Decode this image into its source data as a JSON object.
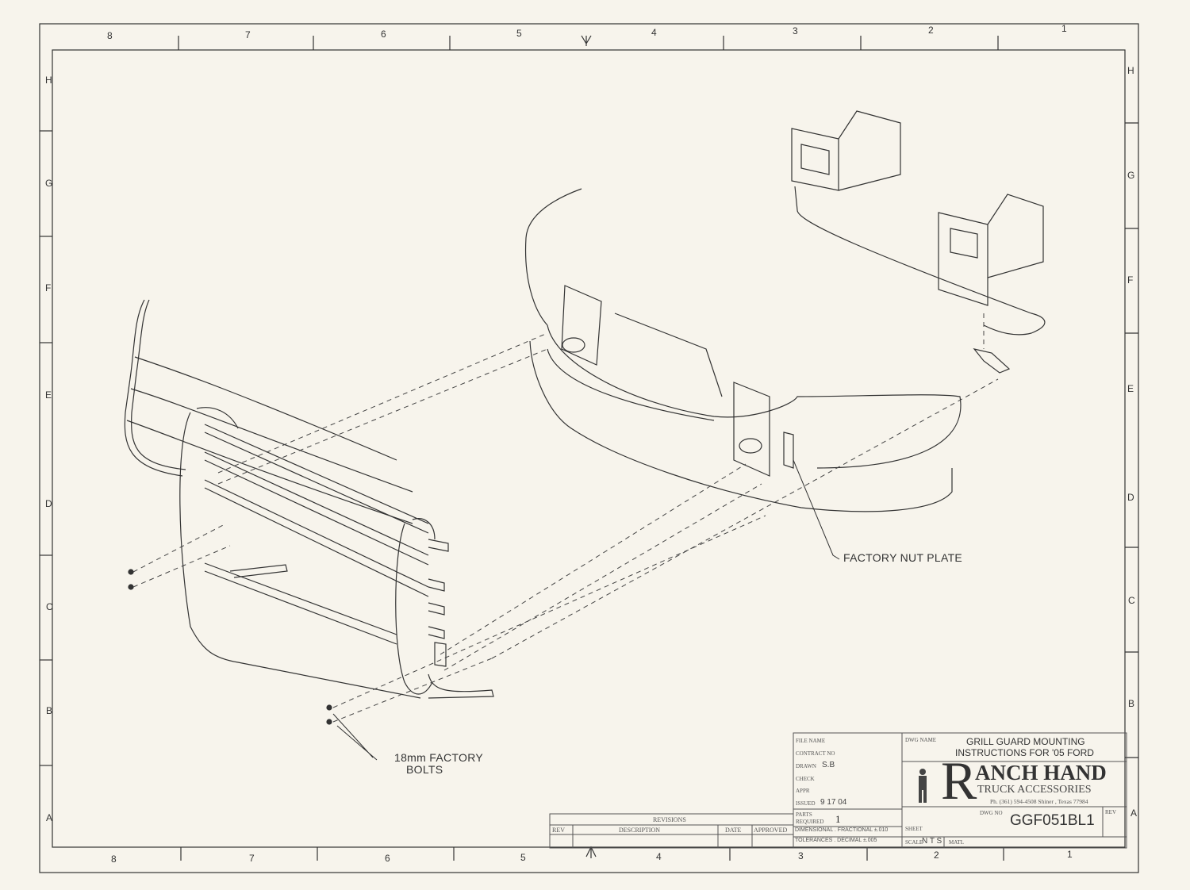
{
  "zones": {
    "columns_top": [
      "8",
      "7",
      "6",
      "5",
      "4",
      "3",
      "2",
      "1"
    ],
    "columns_bottom": [
      "8",
      "7",
      "6",
      "5",
      "4",
      "3",
      "2",
      "1"
    ],
    "rows_left": [
      "H",
      "G",
      "F",
      "E",
      "D",
      "C",
      "B",
      "A"
    ],
    "rows_right": [
      "H",
      "G",
      "F",
      "E",
      "D",
      "C",
      "B",
      "A"
    ]
  },
  "callouts": {
    "nut_plate": "FACTORY NUT PLATE",
    "bolts_line1": "18mm FACTORY",
    "bolts_line2": "BOLTS"
  },
  "title_block": {
    "file_name_label": "FILE NAME",
    "contract_label": "CONTRACT NO",
    "drawn_label": "DRAWN",
    "drawn_value": "S.B",
    "check_label": "CHECK",
    "appr_label": "APPR",
    "issued_label": "ISSUED",
    "issued_value": "9 17 04",
    "parts_label_1": "PARTS",
    "parts_label_2": "REQUIRED",
    "parts_value": "1",
    "tol_line1": "DIMENSIONAL . FRACTIONAL ±.010",
    "tol_line2": "TOLERANCES . DECIMAL ±.005",
    "dwg_name_label": "DWG NAME",
    "dwg_name_line1": "GRILL GUARD MOUNTING",
    "dwg_name_line2": "INSTRUCTIONS FOR '05 FORD",
    "company_initial": "R",
    "company_name": "ANCH HAND",
    "company_sub": "TRUCK ACCESSORIES",
    "company_contact": "Ph. (361) 594-4508 Shiner , Texas 77984",
    "dwg_no_label": "DWG NO",
    "dwg_no": "GGF051BL1",
    "sheet_label": "SHEET",
    "scale_label": "SCALE",
    "scale_value": "N T S",
    "matl_label": "MATL",
    "rev_label": "REV"
  },
  "revisions": {
    "title": "REVISIONS",
    "headers": [
      "REV",
      "DESCRIPTION",
      "DATE",
      "APPROVED"
    ]
  }
}
